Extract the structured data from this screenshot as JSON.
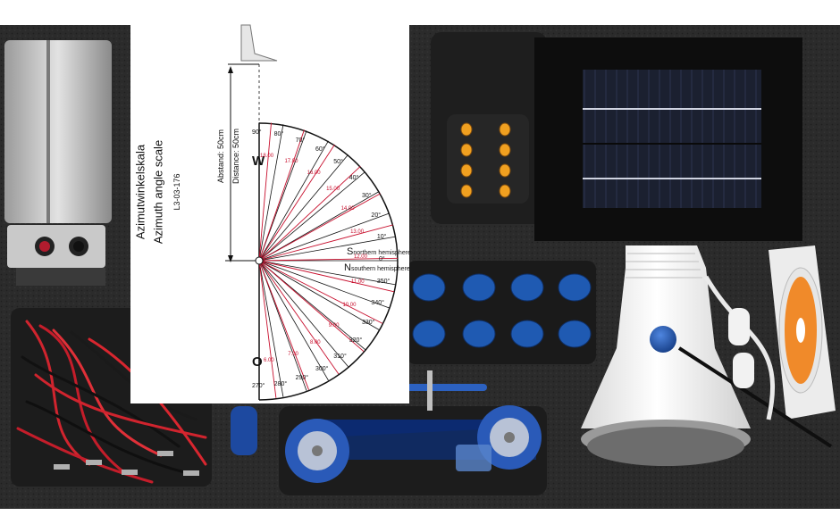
{
  "scale_card": {
    "title_de": "Azimutwinkelskala",
    "title_en": "Azimuth angle scale",
    "code": "L3-03-176",
    "distance_de": "Abstand: 50cm",
    "distance_en": "Distance: 50cm",
    "west_label": "W",
    "east_label": "O",
    "north_hemi_letter": "S",
    "north_hemi_text": "northern hemisphere",
    "south_hemi_letter": "N",
    "south_hemi_text": "southern hemisphere",
    "black_ticks": [
      "90°",
      "80°",
      "70°",
      "60°",
      "50°",
      "40°",
      "30°",
      "20°",
      "10°",
      "0°",
      "350°",
      "340°",
      "330°",
      "320°",
      "310°",
      "300°",
      "290°",
      "280°",
      "270°"
    ],
    "red_ticks": [
      "18.00",
      "17.00",
      "16.00",
      "15.00",
      "14.00",
      "13.00",
      "12.00",
      "11.00",
      "10.00",
      "9.00",
      "8.00",
      "7.00",
      "6.00"
    ]
  },
  "colors": {
    "foam": "#2a2a2a",
    "card": "#ffffff",
    "red_line": "#c8102e",
    "accent_blue": "#1e5bb8",
    "solar_cell": "#1a1f2e"
  }
}
